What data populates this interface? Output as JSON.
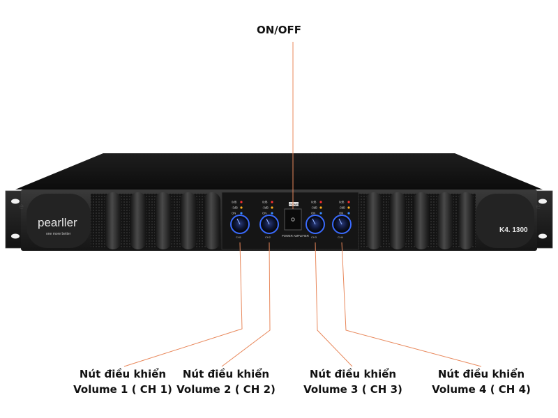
{
  "top_label": "ON/OFF",
  "brand": {
    "name": "pearller",
    "tagline": "one more better",
    "watermark": "pearllerpearllerpearllerpearller"
  },
  "model": "K4. 1300",
  "panel": {
    "switch_top": "POWER",
    "center_text": "POWER AMPLIFIER",
    "indicators": [
      "0dB",
      "-3dB",
      "ON"
    ],
    "knob_tags": [
      "CH1",
      "CH2",
      "CH3",
      "CH4"
    ]
  },
  "callouts": [
    {
      "line1": "Nút điều khiển",
      "line2": "Volume 1 ( CH 1)"
    },
    {
      "line1": "Nút điều khiển",
      "line2": "Volume 2 ( CH 2)"
    },
    {
      "line1": "Nút điều khiển",
      "line2": "Volume 3 ( CH 3)"
    },
    {
      "line1": "Nút điều khiển",
      "line2": "Volume 4 ( CH 4)"
    }
  ],
  "colors": {
    "chassis": "#1a1a1a",
    "faceplate": "#2a2a2a",
    "leader_line": "#e8875a",
    "knob_glow": "#3a6bff"
  }
}
